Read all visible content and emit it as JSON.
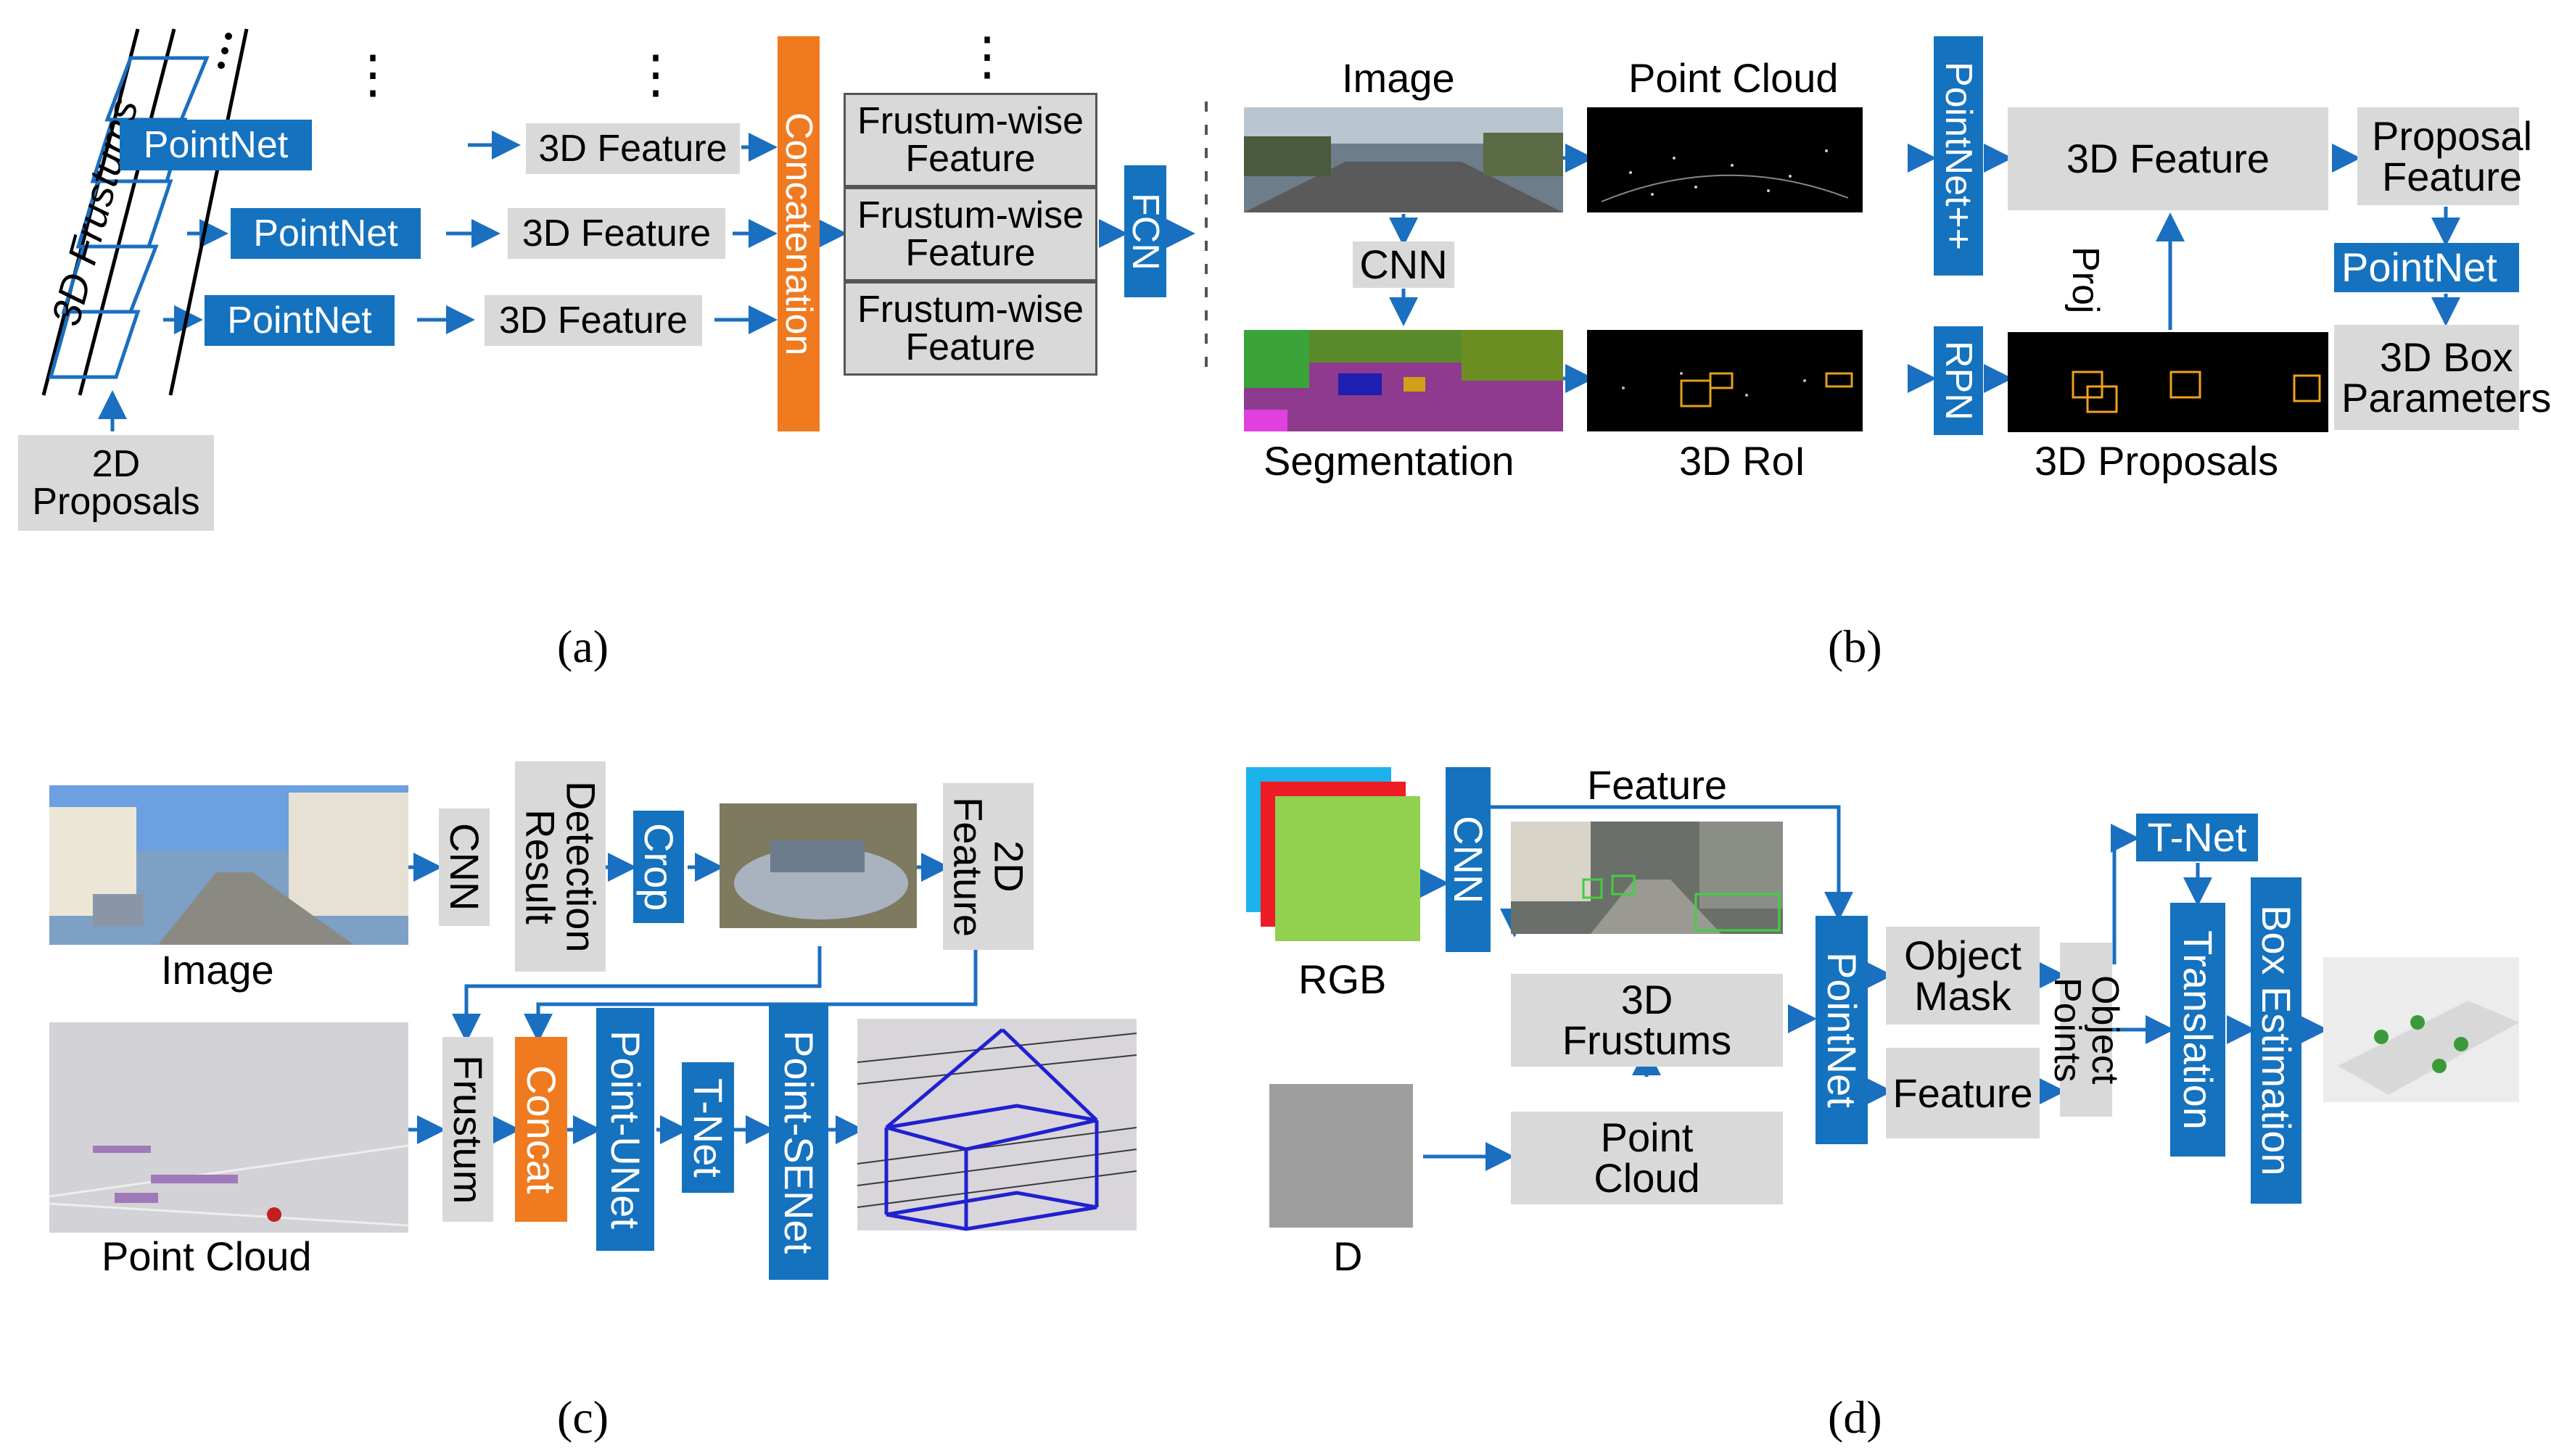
{
  "panel_a": {
    "frustums_label": "3D Frustums",
    "pointnet": [
      "PointNet",
      "PointNet",
      "PointNet"
    ],
    "feature3d": [
      "3D Feature",
      "3D Feature",
      "3D Feature"
    ],
    "proposals": "2D\nProposals",
    "concatenation": "Concatenation",
    "frustum_wise": [
      "Frustum-wise\nFeature",
      "Frustum-wise\nFeature",
      "Frustum-wise\nFeature"
    ],
    "fcn": "FCN",
    "ellipsis": "⋮",
    "caption": "(a)"
  },
  "panel_b": {
    "image": "Image",
    "point_cloud": "Point Cloud",
    "cnn": "CNN",
    "segmentation": "Segmentation",
    "roi": "3D RoI",
    "pointnetpp": "PointNet++",
    "rpn": "RPN",
    "feature3d": "3D Feature",
    "proposals3d": "3D Proposals",
    "proj": "Proj",
    "proposal_feature": "Proposal\nFeature",
    "pointnet": "PointNet",
    "box_params": "3D Box\nParameters",
    "caption": "(b)"
  },
  "panel_c": {
    "image": "Image",
    "cnn": "CNN",
    "detection": "Detection\nResult",
    "crop": "Crop",
    "feature2d": "2D\nFeature",
    "point_cloud": "Point Cloud",
    "frustum": "Frustum",
    "concat": "Concat",
    "point_unet": "Point-UNet",
    "tnet": "T-Net",
    "point_senet": "Point-SENet",
    "caption": "(c)"
  },
  "panel_d": {
    "rgb": "RGB",
    "d": "D",
    "cnn": "CNN",
    "feature_top": "Feature",
    "frustums3d": "3D\nFrustums",
    "point_cloud": "Point\nCloud",
    "pointnet": "PointNet",
    "object_mask": "Object\nMask",
    "feature": "Feature",
    "object_points": "Object\nPoints",
    "tnet": "T-Net",
    "translation": "Translation",
    "box_estimation": "Box Estimation",
    "caption": "(d)"
  },
  "colors": {
    "blue": "#1472be",
    "gray": "#d9d9d9",
    "orange": "#ef7a20",
    "arrow": "#1a6fc0",
    "rgb_blue": "#1cb2ec",
    "rgb_red": "#ee1c24",
    "rgb_green": "#92d050"
  }
}
